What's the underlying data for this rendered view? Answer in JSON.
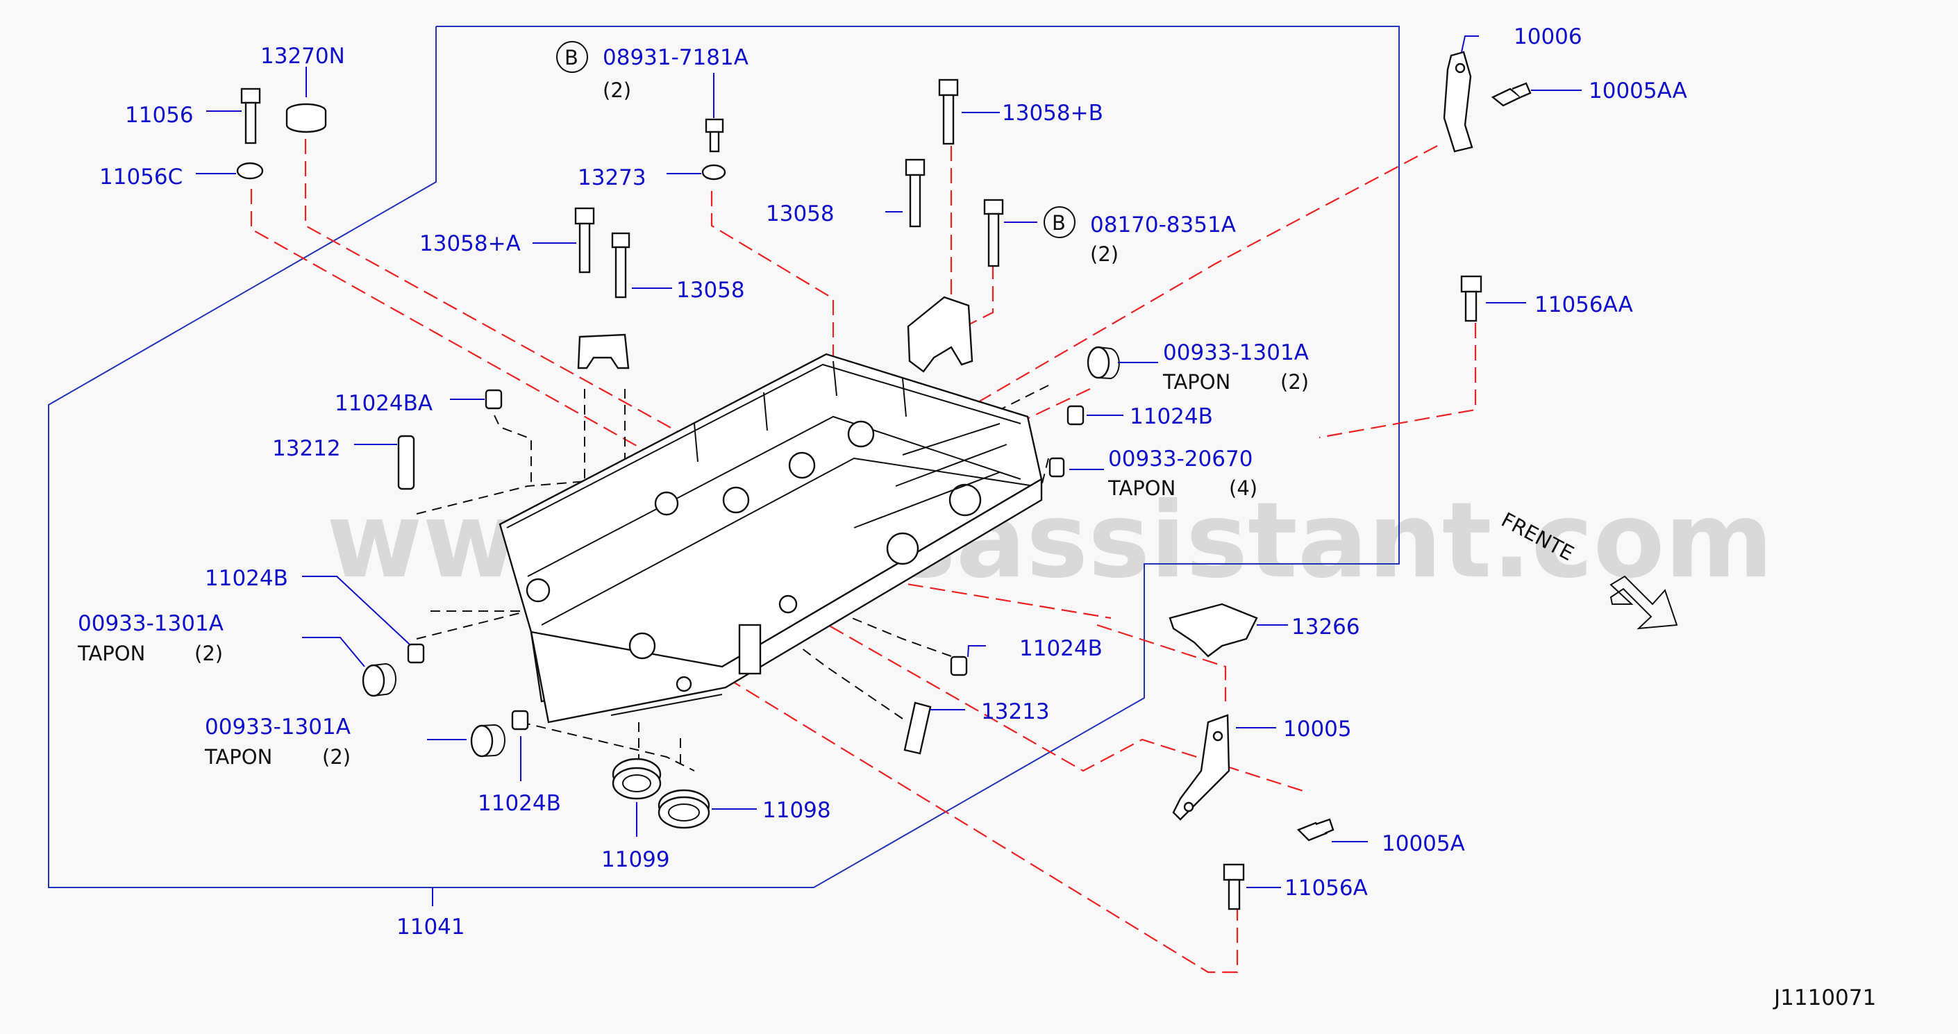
{
  "diagram_code": "J1110071",
  "watermark": "www.partsassistant.com",
  "direction_label": "FRENTE",
  "colors": {
    "part_number": "#1010cc",
    "leader": "#1010cc",
    "frame": "#2233bb",
    "dash_line": "#ee2222",
    "ink": "#111111"
  },
  "callouts": {
    "p13270N": "13270N",
    "p11056": "11056",
    "p11056C": "11056C",
    "p08931": "08931-7181A",
    "p08931_qty": "(2)",
    "p08931_circle": "B",
    "p13273": "13273",
    "p13058B": "13058+B",
    "p13058_top": "13058",
    "p08170": "08170-8351A",
    "p08170_qty": "(2)",
    "p08170_circle": "B",
    "p13058A": "13058+A",
    "p13058_mid": "13058",
    "p10006": "10006",
    "p10005AA": "10005AA",
    "p11056AA": "11056AA",
    "p00933_r1": "00933-1301A",
    "p00933_r1_tapon": "TAPON",
    "p00933_r1_qty": "(2)",
    "p11024B_r": "11024B",
    "p00933_20670": "00933-20670",
    "p00933_20670_tapon": "TAPON",
    "p00933_20670_qty": "(4)",
    "p11024BA": "11024BA",
    "p13212": "13212",
    "p11024B_l": "11024B",
    "p00933_l1": "00933-1301A",
    "p00933_l1_tapon": "TAPON",
    "p00933_l1_qty": "(2)",
    "p00933_l2": "00933-1301A",
    "p00933_l2_tapon": "TAPON",
    "p00933_l2_qty": "(2)",
    "p11024B_b": "11024B",
    "p11024B_c": "11024B",
    "p13213": "13213",
    "p13266": "13266",
    "p10005": "10005",
    "p10005A": "10005A",
    "p11056A": "11056A",
    "p11098": "11098",
    "p11099": "11099",
    "p11041": "11041"
  }
}
